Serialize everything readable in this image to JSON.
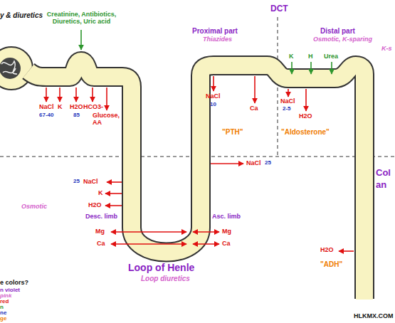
{
  "diagram": {
    "labels": [
      "y & diuretics",
      "Creatinine, Antibiotics, Diuretics, Uric acid",
      "NaCl",
      "67-40",
      "K",
      "H2O",
      "85",
      "HCO3-",
      "Glucose, AA",
      "Proximal part",
      "Thiazides",
      "DCT",
      "Distal part",
      "Osmotic, K-sparing",
      "K",
      "H",
      "Urea",
      "K-s",
      "NaCl",
      "10",
      "Ca",
      "\"PTH\"",
      "NaCl",
      "2-5",
      "H2O",
      "\"Aldosterone\"",
      "NaCl",
      "25",
      "25",
      "NaCl",
      "K",
      "H2O",
      "Osmotic",
      "Desc. limb",
      "Asc. limb",
      "Mg",
      "Ca",
      "Mg",
      "Ca",
      "Loop of Henle",
      "Loop diuretics",
      "Col",
      "an",
      "H2O",
      "\"ADH\"",
      "e colors?",
      "n violet",
      "pink",
      "red",
      "n",
      "ne",
      "ge",
      "HLKMX.COM"
    ]
  }
}
